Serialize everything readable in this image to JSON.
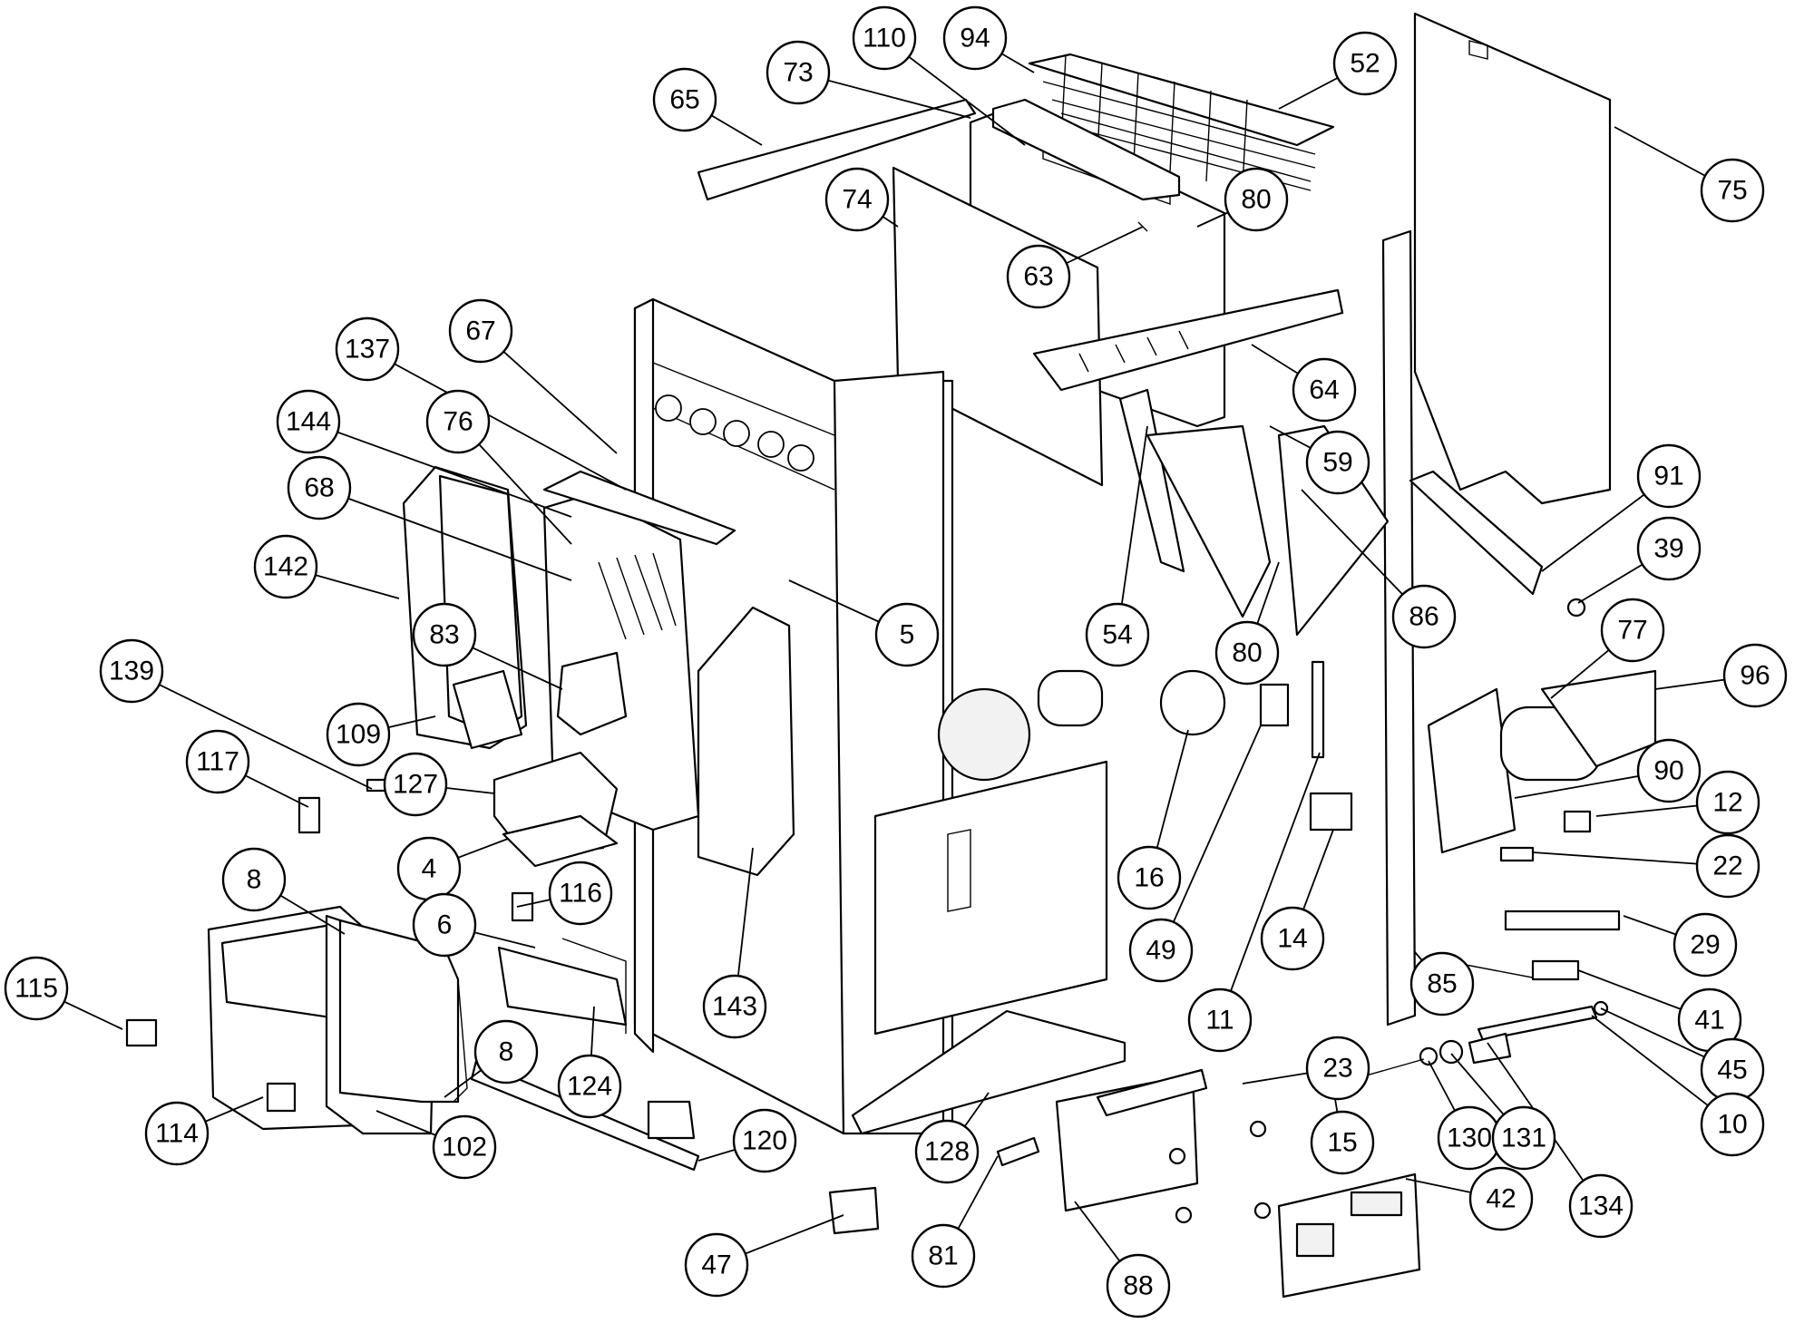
{
  "diagram": {
    "type": "exploded-parts-view",
    "callouts": [
      {
        "label": "65"
      },
      {
        "label": "73"
      },
      {
        "label": "110"
      },
      {
        "label": "94"
      },
      {
        "label": "52"
      },
      {
        "label": "75"
      },
      {
        "label": "74"
      },
      {
        "label": "80"
      },
      {
        "label": "63"
      },
      {
        "label": "64"
      },
      {
        "label": "59"
      },
      {
        "label": "137"
      },
      {
        "label": "67"
      },
      {
        "label": "144"
      },
      {
        "label": "76"
      },
      {
        "label": "68"
      },
      {
        "label": "142"
      },
      {
        "label": "83"
      },
      {
        "label": "5"
      },
      {
        "label": "54"
      },
      {
        "label": "80"
      },
      {
        "label": "86"
      },
      {
        "label": "91"
      },
      {
        "label": "39"
      },
      {
        "label": "77"
      },
      {
        "label": "96"
      },
      {
        "label": "139"
      },
      {
        "label": "109"
      },
      {
        "label": "117"
      },
      {
        "label": "127"
      },
      {
        "label": "4"
      },
      {
        "label": "16"
      },
      {
        "label": "90"
      },
      {
        "label": "12"
      },
      {
        "label": "22"
      },
      {
        "label": "8"
      },
      {
        "label": "116"
      },
      {
        "label": "6"
      },
      {
        "label": "49"
      },
      {
        "label": "14"
      },
      {
        "label": "29"
      },
      {
        "label": "115"
      },
      {
        "label": "143"
      },
      {
        "label": "11"
      },
      {
        "label": "85"
      },
      {
        "label": "41"
      },
      {
        "label": "8"
      },
      {
        "label": "124"
      },
      {
        "label": "23"
      },
      {
        "label": "45"
      },
      {
        "label": "114"
      },
      {
        "label": "102"
      },
      {
        "label": "120"
      },
      {
        "label": "128"
      },
      {
        "label": "15"
      },
      {
        "label": "130"
      },
      {
        "label": "131"
      },
      {
        "label": "10"
      },
      {
        "label": "42"
      },
      {
        "label": "134"
      },
      {
        "label": "47"
      },
      {
        "label": "81"
      },
      {
        "label": "88"
      }
    ]
  }
}
